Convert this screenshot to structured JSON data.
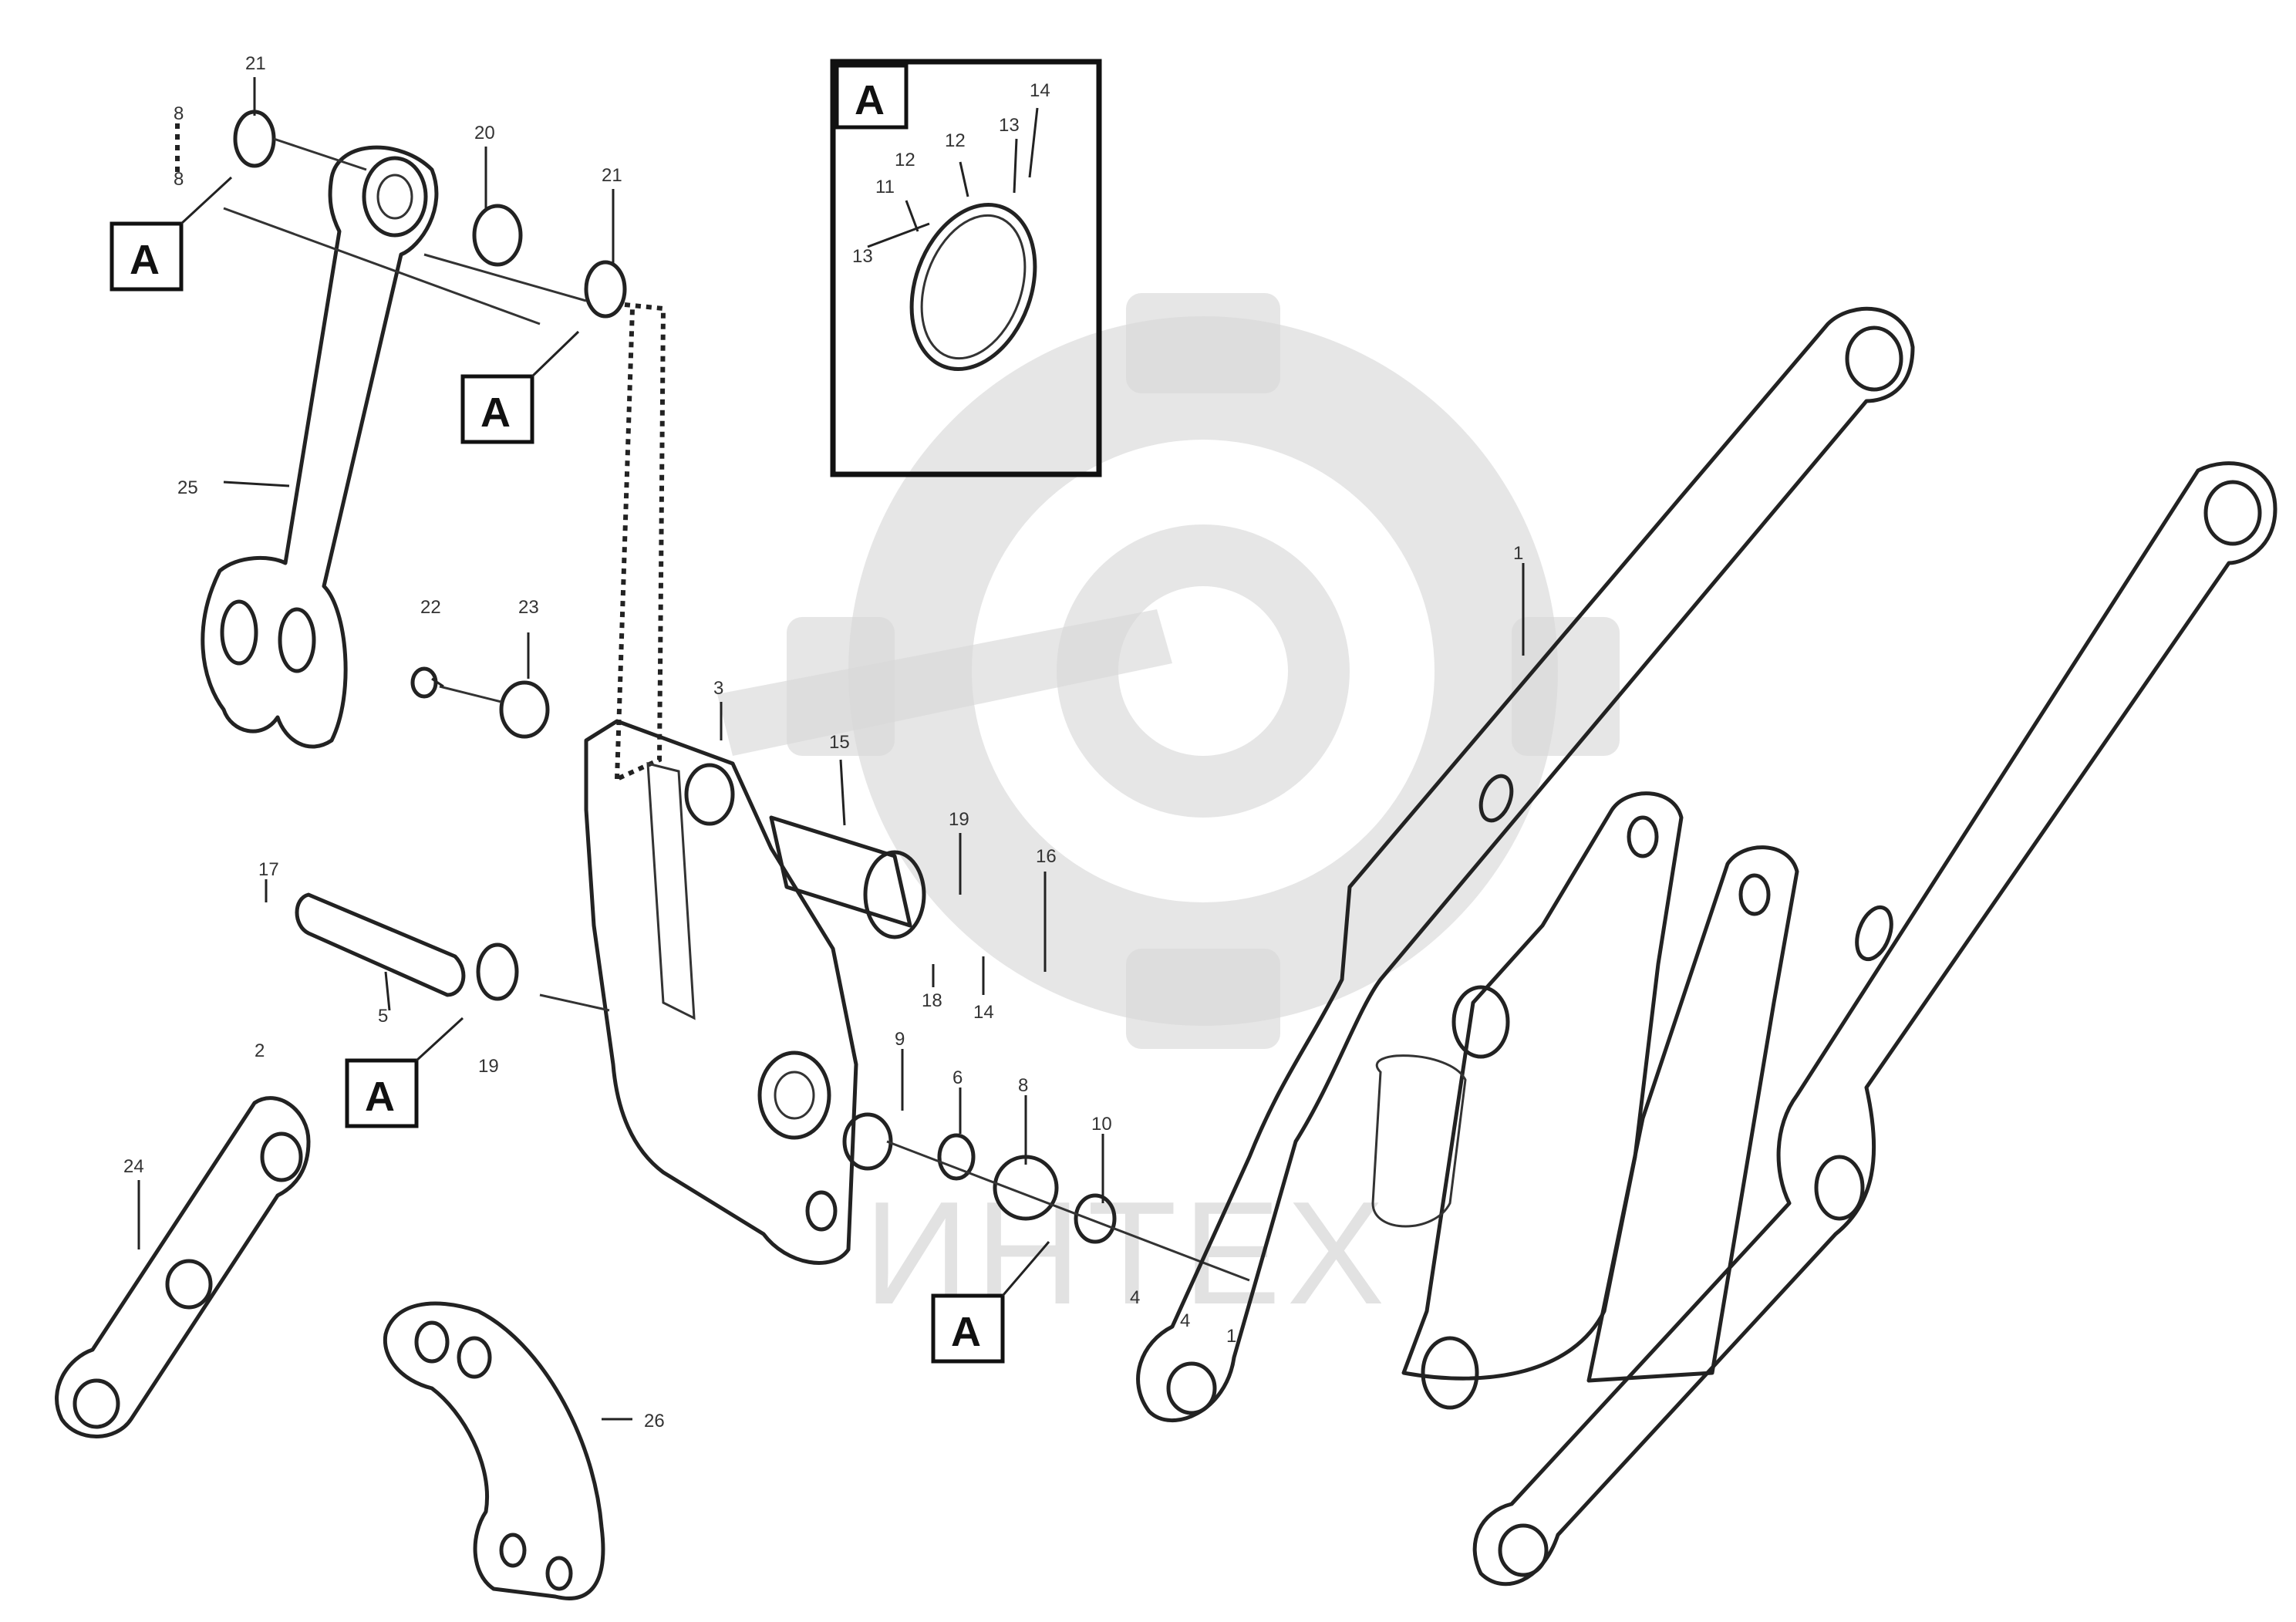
{
  "diagram": {
    "watermark": "ИНТЕХ",
    "ref_letter": "A",
    "drawing_code_top": "",
    "drawing_code": "",
    "part_labels": {
      "p1": "21",
      "p2": "8",
      "p3": "8",
      "p4": "20",
      "p5": "21",
      "p6": "25",
      "p7": "22",
      "p8": "23",
      "p9": "3",
      "p10": "15",
      "p11": "19",
      "p12": "16",
      "p13": "18",
      "p14": "14",
      "p15": "17",
      "p16": "5",
      "p17": "2",
      "p18": "19",
      "p19": "9",
      "p20": "6",
      "p21": "8",
      "p22": "10",
      "p23": "4",
      "p24": "4",
      "p25": "1",
      "p26": "24",
      "p27": "26",
      "p28": "1",
      "p29": "13",
      "p30": "12",
      "p31": "12",
      "p32": "13",
      "p33": "11",
      "p34": "14"
    }
  }
}
